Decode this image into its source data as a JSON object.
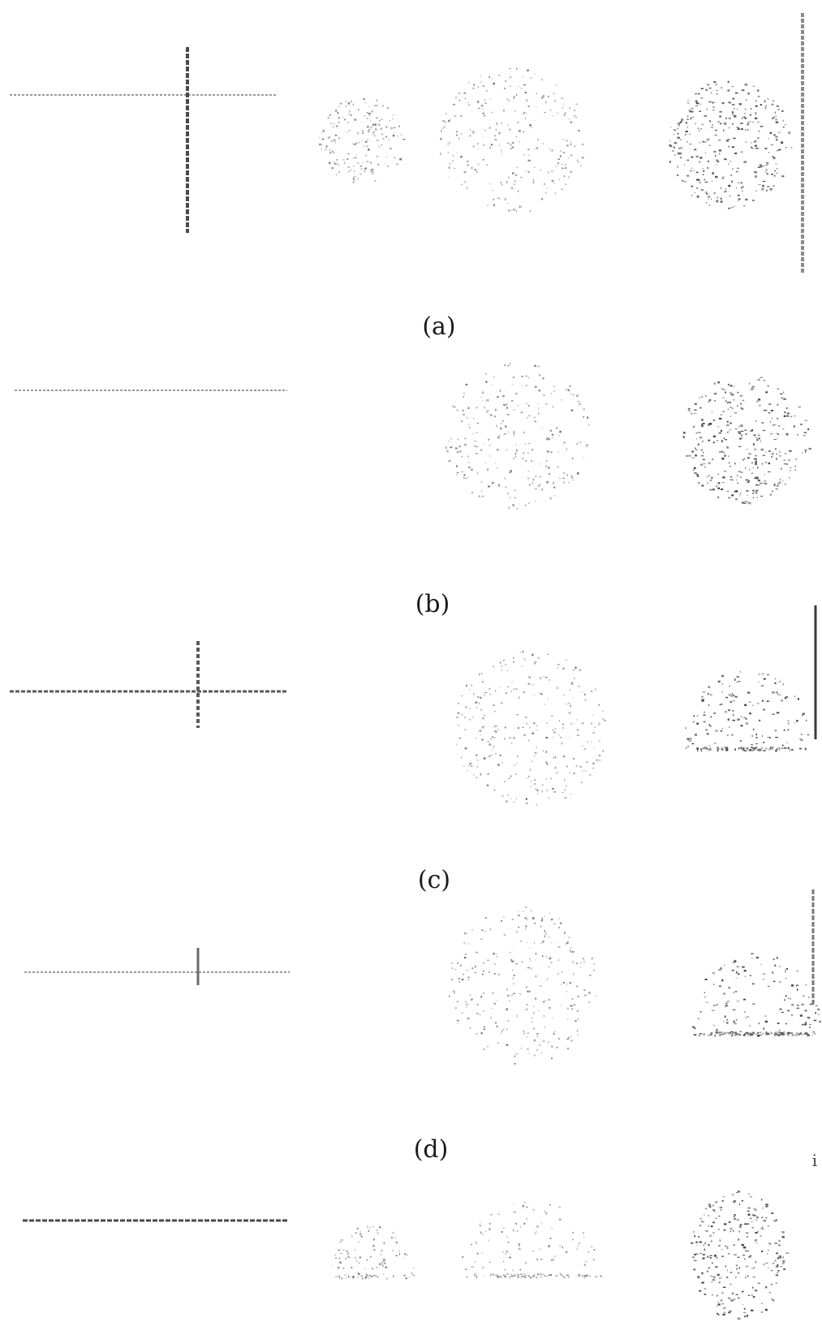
{
  "figure": {
    "captions": [
      "(a)",
      "(b)",
      "(c)",
      "(d)"
    ],
    "stray_mark": "i"
  },
  "colors": {
    "ink": "#2a2a2a",
    "speckle": "#8a8a8a",
    "paper": "#ffffff"
  }
}
